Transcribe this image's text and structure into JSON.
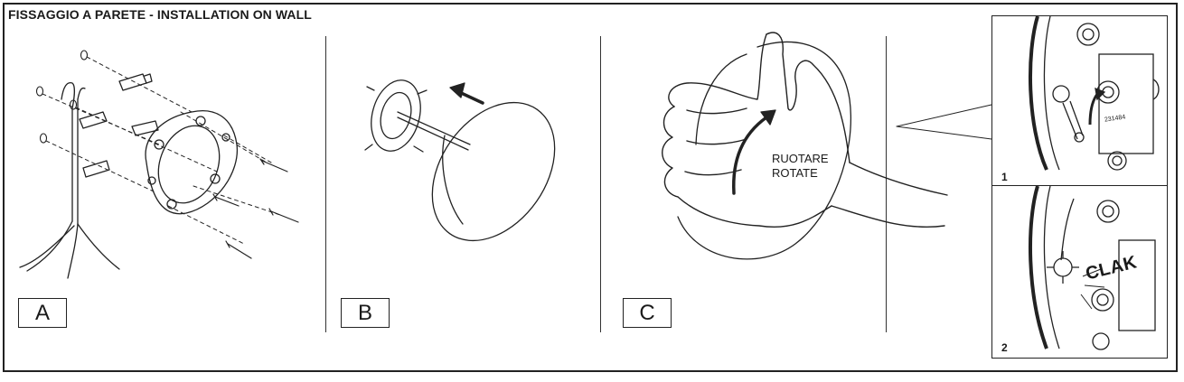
{
  "header": {
    "title": "FISSAGGIO A PARETE - INSTALLATION ON WALL"
  },
  "steps": [
    {
      "label": "A"
    },
    {
      "label": "B"
    },
    {
      "label": "C"
    }
  ],
  "rotate_label": {
    "line1": "RUOTARE",
    "line2": "ROTATE"
  },
  "details": [
    {
      "number": "1",
      "code": "231484"
    },
    {
      "number": "2",
      "sound": "CLAK"
    }
  ]
}
